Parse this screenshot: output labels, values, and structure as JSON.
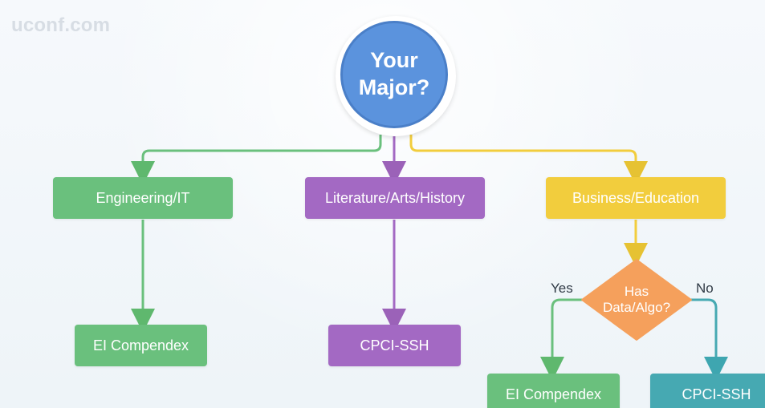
{
  "watermark": "uconf.com",
  "root": {
    "line1": "Your",
    "line2": "Major?"
  },
  "categories": {
    "engineering": "Engineering/IT",
    "literature": "Literature/Arts/History",
    "business": "Business/Education"
  },
  "outcomes": {
    "engineering": "EI Compendex",
    "literature": "CPCI-SSH",
    "business_yes": "EI Compendex",
    "business_no": "CPCI-SSH"
  },
  "decision": {
    "line1": "Has",
    "line2": "Data/Algo?",
    "yes_label": "Yes",
    "no_label": "No"
  },
  "colors": {
    "root": "#5b93dd",
    "engineering": "#6ac07d",
    "literature": "#a369c3",
    "business": "#f2cd3d",
    "decision": "#f5a05c",
    "cpci_business": "#46a9b2"
  }
}
